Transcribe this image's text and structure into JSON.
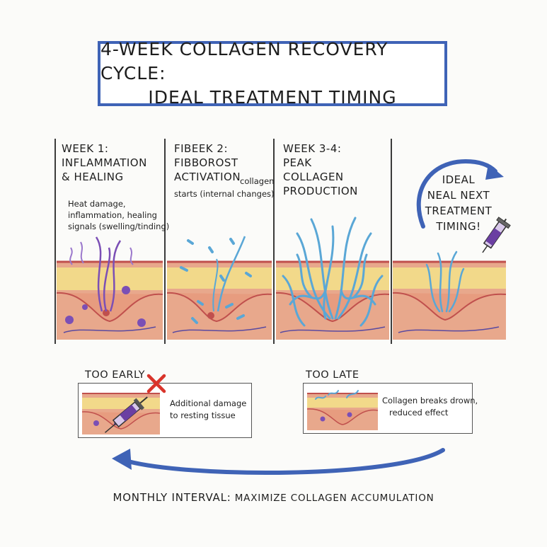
{
  "title": {
    "line1": "4-WEEK COLLAGEN RECOVERY CYCLE:",
    "line2": "IDEAL TREATMENT TIMING"
  },
  "stages": [
    {
      "heading_lines": [
        "WEEK 1:",
        "INFLAMMATION",
        "& HEALING"
      ],
      "note_lines": [
        "Heat damage,",
        "inflammation, healing",
        "signals (swelling/tinding)"
      ]
    },
    {
      "heading_lines": [
        "FIBEEK 2:",
        "FIBBOROST",
        "ACTIVATION"
      ],
      "note_inline": "collagen",
      "note_lines": [
        "starts (internal changes)"
      ]
    },
    {
      "heading_lines": [
        "WEEK 3-4:",
        "PEAK",
        "COLLAGEN",
        "PRODUCTION"
      ]
    },
    {
      "ideal_lines": [
        "IDEAL",
        "NEAL NEXT",
        "TREATMENT",
        "TIMING!"
      ]
    }
  ],
  "too_early": {
    "label": "TOO EARLY",
    "note_lines": [
      "Additional damage",
      "to resting tissue"
    ]
  },
  "too_late": {
    "label": "TOO LATE",
    "note_lines": [
      "Collagen breaks drown,",
      "reduced effect"
    ]
  },
  "footer": {
    "bold": "MONTHLY INTERVAL:",
    "rest": " MAXIMIZE COLLAGEN ACCUMULATION"
  },
  "colors": {
    "accent_blue": "#3f63b6",
    "collagen_blue": "#5aa7d6",
    "inflammation_purple": "#7b4fb5",
    "skin_pink": "#e8a88c",
    "fat_yellow": "#f2d98a",
    "warning_red": "#d9342b"
  },
  "icons": [
    "syringe-icon",
    "cross-icon",
    "curved-arrow-icon"
  ]
}
